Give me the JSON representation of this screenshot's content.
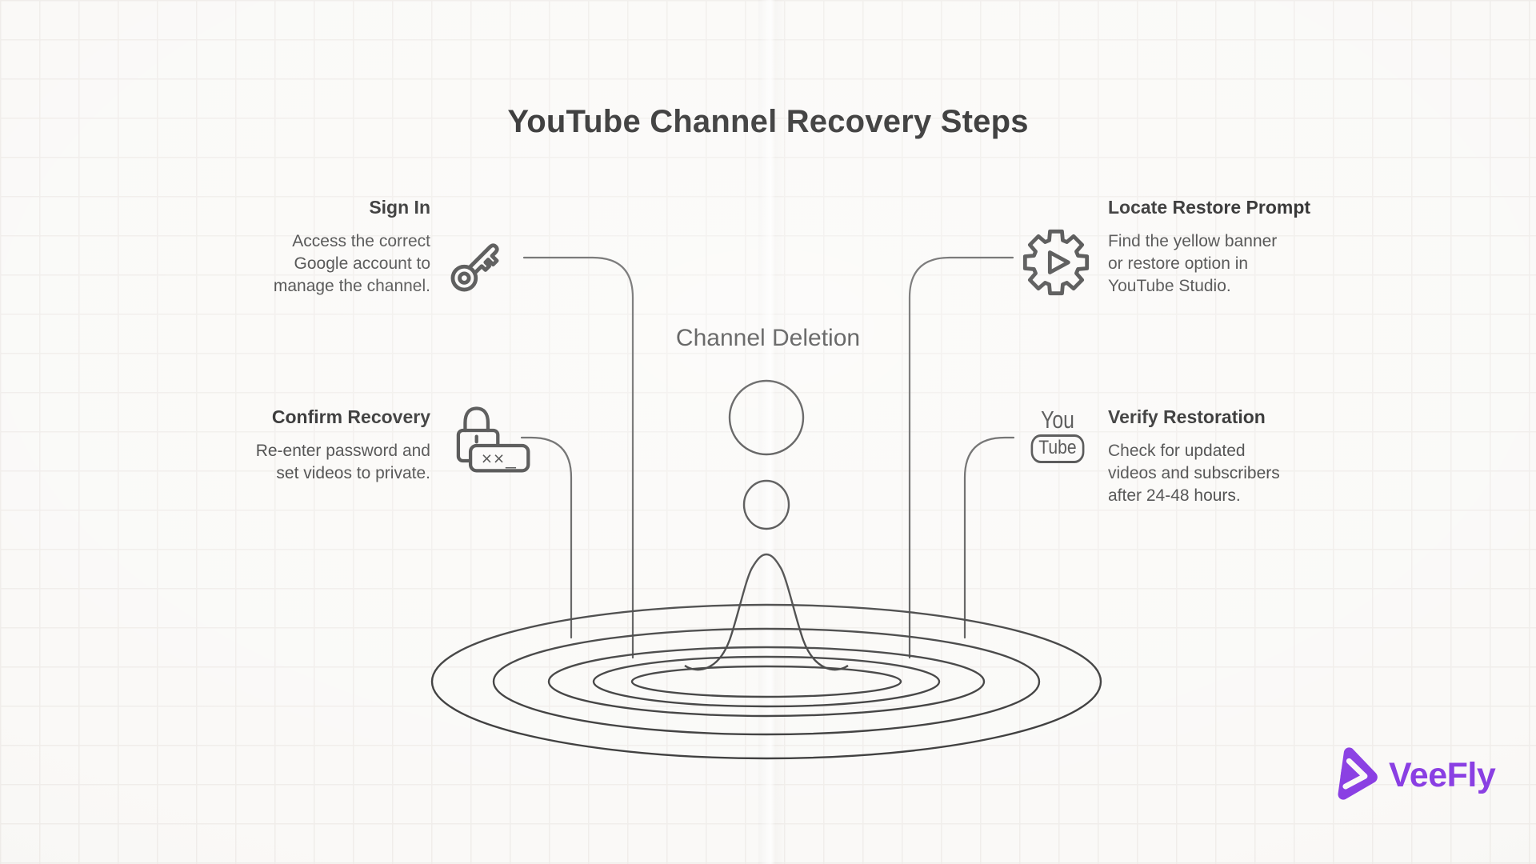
{
  "page": {
    "title": "YouTube Channel Recovery Steps"
  },
  "center": {
    "label": "Channel Deletion"
  },
  "steps": [
    {
      "id": "sign-in",
      "title": "Sign In",
      "lines": [
        "Access the correct",
        "Google account to",
        "manage the channel."
      ],
      "icon": "key-icon"
    },
    {
      "id": "locate-restore-prompt",
      "title": "Locate Restore Prompt",
      "lines": [
        "Find the yellow banner",
        "or restore option in",
        "YouTube Studio."
      ],
      "icon": "gear-play-icon"
    },
    {
      "id": "confirm-recovery",
      "title": "Confirm Recovery",
      "lines": [
        "Re-enter password and",
        "set videos to private."
      ],
      "icon": "password-lock-icon"
    },
    {
      "id": "verify-restoration",
      "title": "Verify Restoration",
      "lines": [
        "Check for updated",
        "videos and subscribers",
        "after 24-48 hours."
      ],
      "icon": "youtube-icon"
    }
  ],
  "icons": {
    "youtube_logo": {
      "top": "You",
      "bottom": "Tube"
    },
    "password_field": "××_"
  },
  "brand": {
    "name": "VeeFly",
    "color": "#8a3fe3"
  },
  "colors": {
    "background": "#faf9f7",
    "grid_line": "#f0edea",
    "line_art": "#2f2f2f",
    "connector": "#4a4a4a",
    "text": "#1f1f1f",
    "brand_purple": "#8a3fe3"
  }
}
